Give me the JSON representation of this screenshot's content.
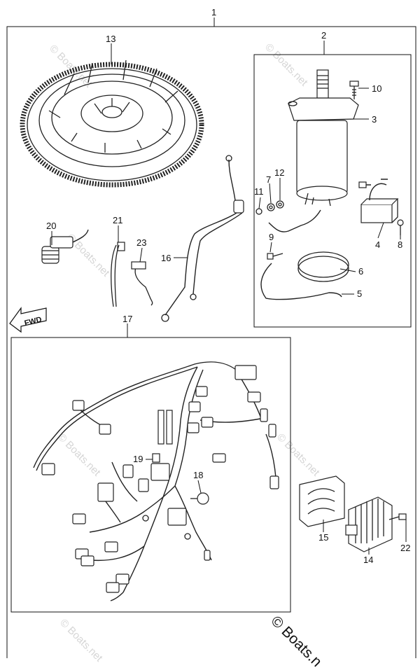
{
  "diagram": {
    "callouts": {
      "p1": "1",
      "p2": "2",
      "p3": "3",
      "p4": "4",
      "p5": "5",
      "p6": "6",
      "p7": "7",
      "p8": "8",
      "p9": "9",
      "p10": "10",
      "p11": "11",
      "p12": "12",
      "p13": "13",
      "p14": "14",
      "p15": "15",
      "p16": "16",
      "p17": "17",
      "p18": "18",
      "p19": "19",
      "p20": "20",
      "p21": "21",
      "p22": "22",
      "p23": "23"
    },
    "direction_arrow": "FWD",
    "watermark": "© Boats.net",
    "copyright": "© Boats.n"
  }
}
